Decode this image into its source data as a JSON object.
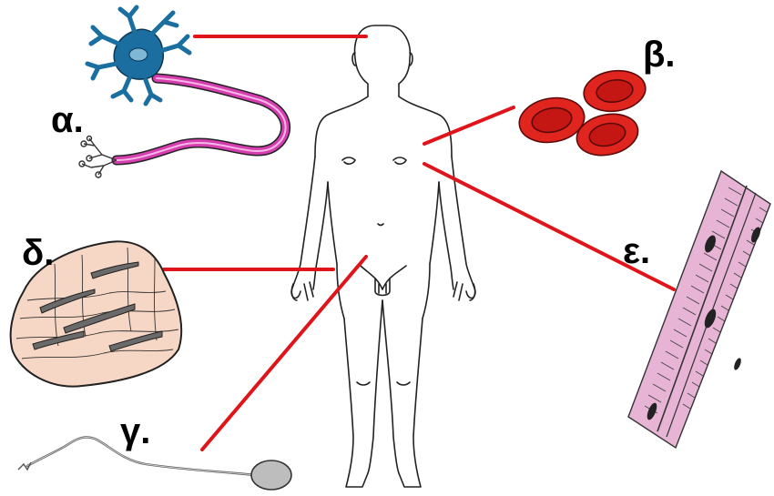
{
  "labels": {
    "a": "α.",
    "b": "β.",
    "g": "γ.",
    "d": "δ.",
    "e": "ε."
  },
  "colors": {
    "connector": "#e0151b",
    "outline": "#222222",
    "neuron_body": "#1b6fa0",
    "axon": "#d63eb0",
    "rbc": "#e0251f",
    "bone": "#f6d6c4",
    "muscle": "#e7b4d6",
    "sperm": "#bdbdbd"
  }
}
